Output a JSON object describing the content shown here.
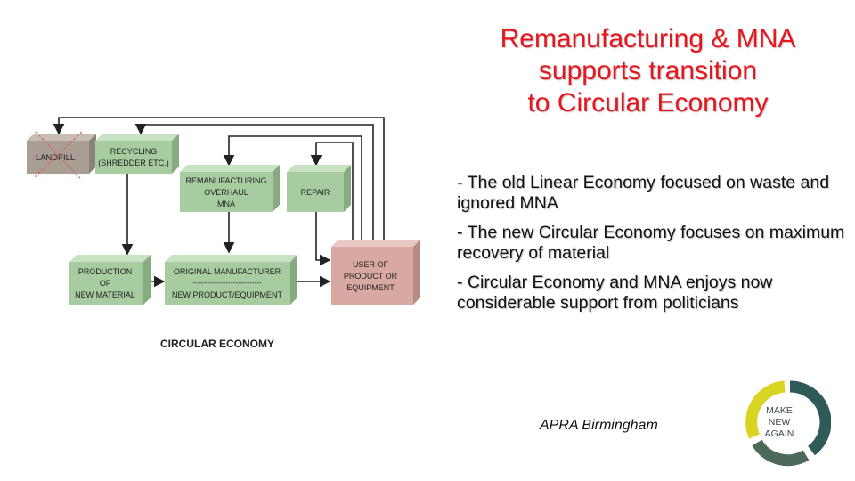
{
  "slide": {
    "title_lines": [
      "Remanufacturing & MNA",
      "supports transition",
      "to Circular Economy"
    ],
    "bullets": [
      "- The old Linear Economy focused on waste and ignored MNA",
      "- The new Circular Economy focuses on maximum recovery of material",
      "- Circular Economy and MNA enjoys now considerable support from politicians"
    ],
    "footer": "APRA Birmingham"
  },
  "diagram": {
    "caption": "CIRCULAR ECONOMY",
    "boxes": {
      "landfill": [
        "LANDFILL"
      ],
      "recycling": [
        "RECYCLING",
        "(SHREDDER ETC.)"
      ],
      "remanufacturing": [
        "REMANUFACTURING",
        "OVERHAUL",
        "MNA"
      ],
      "repair": [
        "REPAIR"
      ],
      "production": [
        "PRODUCTION",
        "OF",
        "NEW MATERIAL"
      ],
      "oem": [
        "ORIGINAL MANUFACTURER",
        "-----------------------------",
        "NEW PRODUCT/EQUIPMENT"
      ],
      "user": [
        "USER OF",
        "PRODUCT OR",
        "EQUIPMENT"
      ]
    },
    "colors": {
      "green_box": "#a6cca0",
      "grey_box": "#a89e93",
      "pink_box": "#d8a9a2",
      "arrow": "#222222",
      "cross": "#e06060"
    }
  },
  "logo": {
    "lines": [
      "MAKE",
      "NEW",
      "AGAIN"
    ],
    "colors": {
      "yellow": "#d9d322",
      "green": "#4c6a5a",
      "teal": "#2e5a58"
    }
  }
}
